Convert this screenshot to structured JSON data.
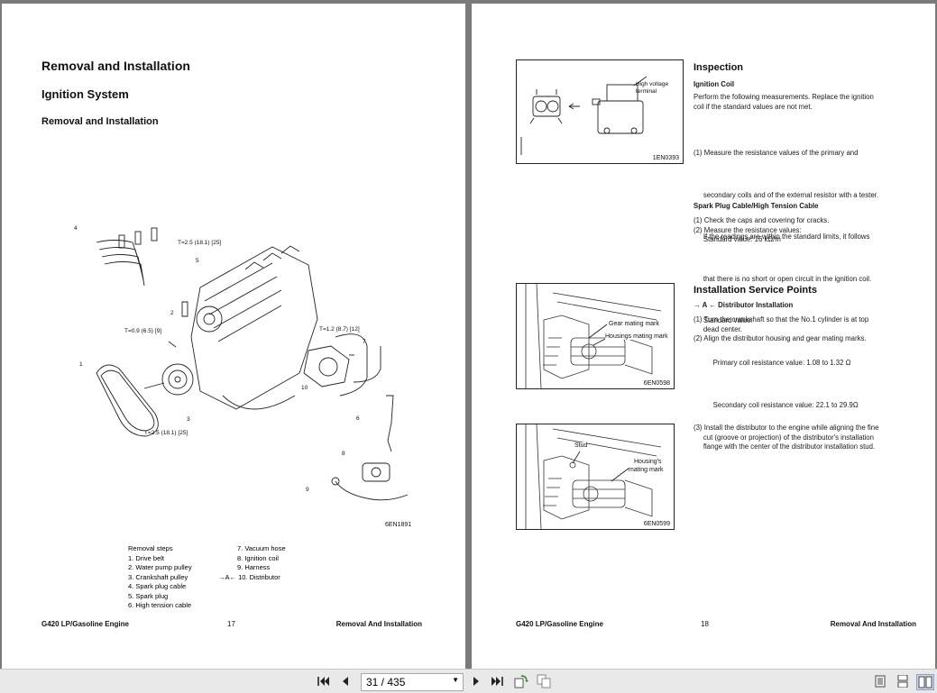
{
  "left_page": {
    "title": "Removal and Installation",
    "section": "Ignition System",
    "subsection": "Removal and Installation",
    "figure": {
      "code": "6EN1891",
      "callouts": [
        "1",
        "2",
        "3",
        "4",
        "5",
        "6",
        "7",
        "8",
        "9",
        "10"
      ],
      "torques": [
        "T=2.5 (18.1) [25]",
        "T=0.9 (6.5) [9]",
        "T=1.2 (8.7) [12]",
        "T=2.5 (18.1) [25]"
      ]
    },
    "steps_col1": [
      "Removal steps",
      "1. Drive belt",
      "2. Water pump pulley",
      "3. Crankshaft pulley",
      "4. Spark plug cable",
      "5. Spark plug",
      "6. High tension cable"
    ],
    "steps_col2": [
      "7. Vacuum hose",
      "8. Ignition coil",
      "9. Harness",
      "→A← 10. Distributor"
    ],
    "footer": {
      "left": "G420 LP/Gasoline Engine",
      "page": "17",
      "right": "Removal And Installation"
    }
  },
  "right_page": {
    "inspection_title": "Inspection",
    "ignition_coil_title": "Ignition Coil",
    "ignition_coil_intro": [
      "Perform the following measurements. Replace the ignition",
      "coil if the standard values are not met."
    ],
    "ignition_coil_steps": [
      "(1) Measure the resistance values of the primary and",
      "     secondary coils and of the external resistor with a tester.",
      "     If the readings are within the standard limits, it follows",
      "     that there is no short or open circuit in the ignition coil.",
      "     Standard value:",
      "          Primary coil resistance value: 1.08 to 1.32 Ω",
      "          Secondary coil resistance value: 22.1 to 29.9Ω"
    ],
    "fig1": {
      "label": "High voltage terminal",
      "code": "1EN0393"
    },
    "spark_title": "Spark Plug Cable/High Tension Cable",
    "spark_steps": [
      "(1) Check the caps and covering for cracks.",
      "(2) Measure the resistance values:",
      "     Standard value: 16 kΩ/m"
    ],
    "service_title": "Installation Service Points",
    "distributor_title": "→ A ← Distributor Installation",
    "distributor_steps": [
      "(1) Turn the crankshaft so that the No.1 cylinder is at top",
      "     dead center.",
      "(2) Align the distributor housing and gear mating marks."
    ],
    "fig2": {
      "label1": "Gear mating mark",
      "label2": "Housings mating mark",
      "code": "6EN0598"
    },
    "step3": [
      "(3) Install the distributor to the engine while aligning the fine",
      "     cut (groove or projection) of the distributor's installation",
      "     flange with the center of the distributor installation stud."
    ],
    "fig3": {
      "label1": "Stud",
      "label2": "Housing's",
      "label3": "mating mark",
      "code": "6EN0599"
    },
    "footer": {
      "left": "G420 LP/Gasoline Engine",
      "page": "18",
      "right": "Removal And Installation"
    }
  },
  "toolbar": {
    "page_indicator": "31 / 435",
    "icons": [
      "first-page-icon",
      "prev-page-icon",
      "next-page-icon",
      "last-page-icon",
      "rotate-icon",
      "copy-page-icon",
      "single-page-view-icon",
      "continuous-view-icon",
      "two-page-view-icon"
    ]
  }
}
